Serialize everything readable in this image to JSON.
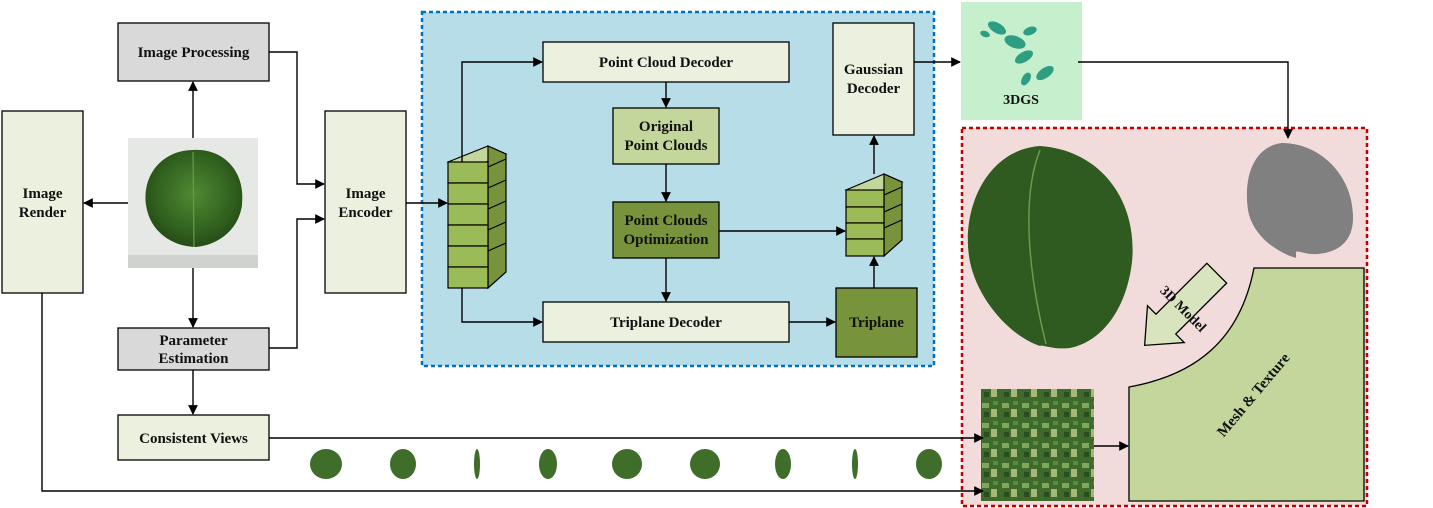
{
  "nodes": {
    "image_processing": "Image Processing",
    "image_render": [
      "Image",
      "Render"
    ],
    "parameter_estimation": [
      "Parameter",
      "Estimation"
    ],
    "consistent_views": "Consistent Views",
    "image_encoder": [
      "Image",
      "Encoder"
    ],
    "point_cloud_decoder": "Point Cloud Decoder",
    "original_point_clouds": [
      "Original",
      "Point Clouds"
    ],
    "point_clouds_optimization": [
      "Point Clouds",
      "Optimization"
    ],
    "triplane_decoder": "Triplane Decoder",
    "triplane": "Triplane",
    "gaussian_decoder": [
      "Gaussian",
      "Decoder"
    ],
    "gs3d": "3DGS",
    "model_3d": "3D Model",
    "mesh_texture": "Mesh & Texture"
  },
  "colors": {
    "gray_box": "#d9d9d9",
    "light_green_box": "#ebf1de",
    "mid_green_box": "#c3d69b",
    "dark_green_box": "#77933c",
    "blue_panel": "#b7dde8",
    "blue_border": "#0070c0",
    "pink_panel": "#f2dcdb",
    "red_border": "#c00000",
    "gs_panel": "#c6efce"
  }
}
